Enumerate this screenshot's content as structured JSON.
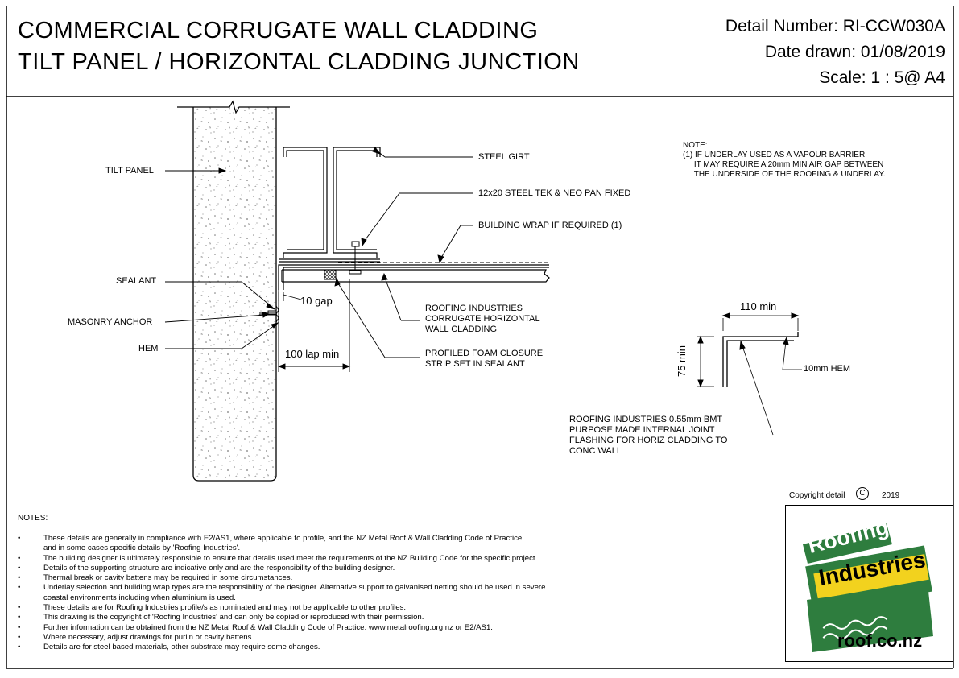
{
  "title": {
    "line1": "COMMERCIAL CORRUGATE WALL CLADDING",
    "line2": "TILT PANEL / HORIZONTAL CLADDING JUNCTION"
  },
  "header": {
    "detail_number": "Detail Number:  RI-CCW030A",
    "date_drawn": "Date drawn:  01/08/2019",
    "scale": "Scale:   1 : 5@ A4"
  },
  "labels": {
    "tilt_panel": "TILT PANEL",
    "sealant": "SEALANT",
    "masonry_anchor": "MASONRY ANCHOR",
    "hem": "HEM",
    "steel_girt": "STEEL GIRT",
    "tek": "12x20 STEEL TEK & NEO PAN FIXED",
    "building_wrap": "BUILDING WRAP IF REQUIRED (1)",
    "cladding": [
      "ROOFING INDUSTRIES",
      "CORRUGATE HORIZONTAL",
      "WALL CLADDING"
    ],
    "foam": [
      "PROFILED FOAM CLOSURE",
      "STRIP SET IN SEALANT"
    ],
    "gap": "10 gap",
    "lap": "100 lap min",
    "flashing_width": "110 min",
    "flashing_height": "75 min",
    "flashing_hem": "10mm HEM",
    "flashing_desc": [
      "ROOFING INDUSTRIES 0.55mm BMT",
      "PURPOSE MADE INTERNAL JOINT",
      "FLASHING FOR HORIZ CLADDING TO",
      "CONC WALL"
    ]
  },
  "top_note": [
    "NOTE:",
    "(1) IF UNDERLAY USED AS A VAPOUR BARRIER",
    "     IT MAY REQUIRE A 20mm MIN AIR GAP BETWEEN",
    "     THE UNDERSIDE OF THE ROOFING & UNDERLAY."
  ],
  "copyright": {
    "text": "Copyright detail",
    "symbol": "C",
    "year": "2019"
  },
  "notes_heading": "NOTES:",
  "notes": [
    "These details are generally in compliance with E2/AS1, where applicable to profile, and the NZ Metal Roof & Wall Cladding Code of Practice",
    "and in some cases specific details by 'Roofing Industries'.",
    "The building designer is ultimately responsible to ensure that details used meet the requirements of the NZ Building Code for the specific project.",
    "Details of the supporting structure are indicative only and are the responsibility of the building designer.",
    "Thermal break or cavity battens may be required in some circumstances.",
    "Underlay selection and building wrap types are the responsibility of the designer. Alternative support to galvanised netting should be used in severe",
    "coastal environments including when aluminium is used.",
    "These details are for Roofing Industries profile/s as nominated and may not be applicable to other profiles.",
    "This drawing is the copyright of 'Roofing Industries' and can only be copied or reproduced with their permission.",
    "Further information can be obtained from the NZ Metal Roof & Wall Cladding Code of Practice: www.metalroofing.org.nz or E2/AS1.",
    "Where necessary, adjust drawings for purlin or cavity battens.",
    "Details are for steel based materials, other substrate may require some changes."
  ],
  "logo": {
    "word1": "Roofing",
    "word2": "Industries",
    "url": "roof.co.nz",
    "colors": {
      "green": "#2e7d3e",
      "yellow": "#f2d21e"
    }
  }
}
